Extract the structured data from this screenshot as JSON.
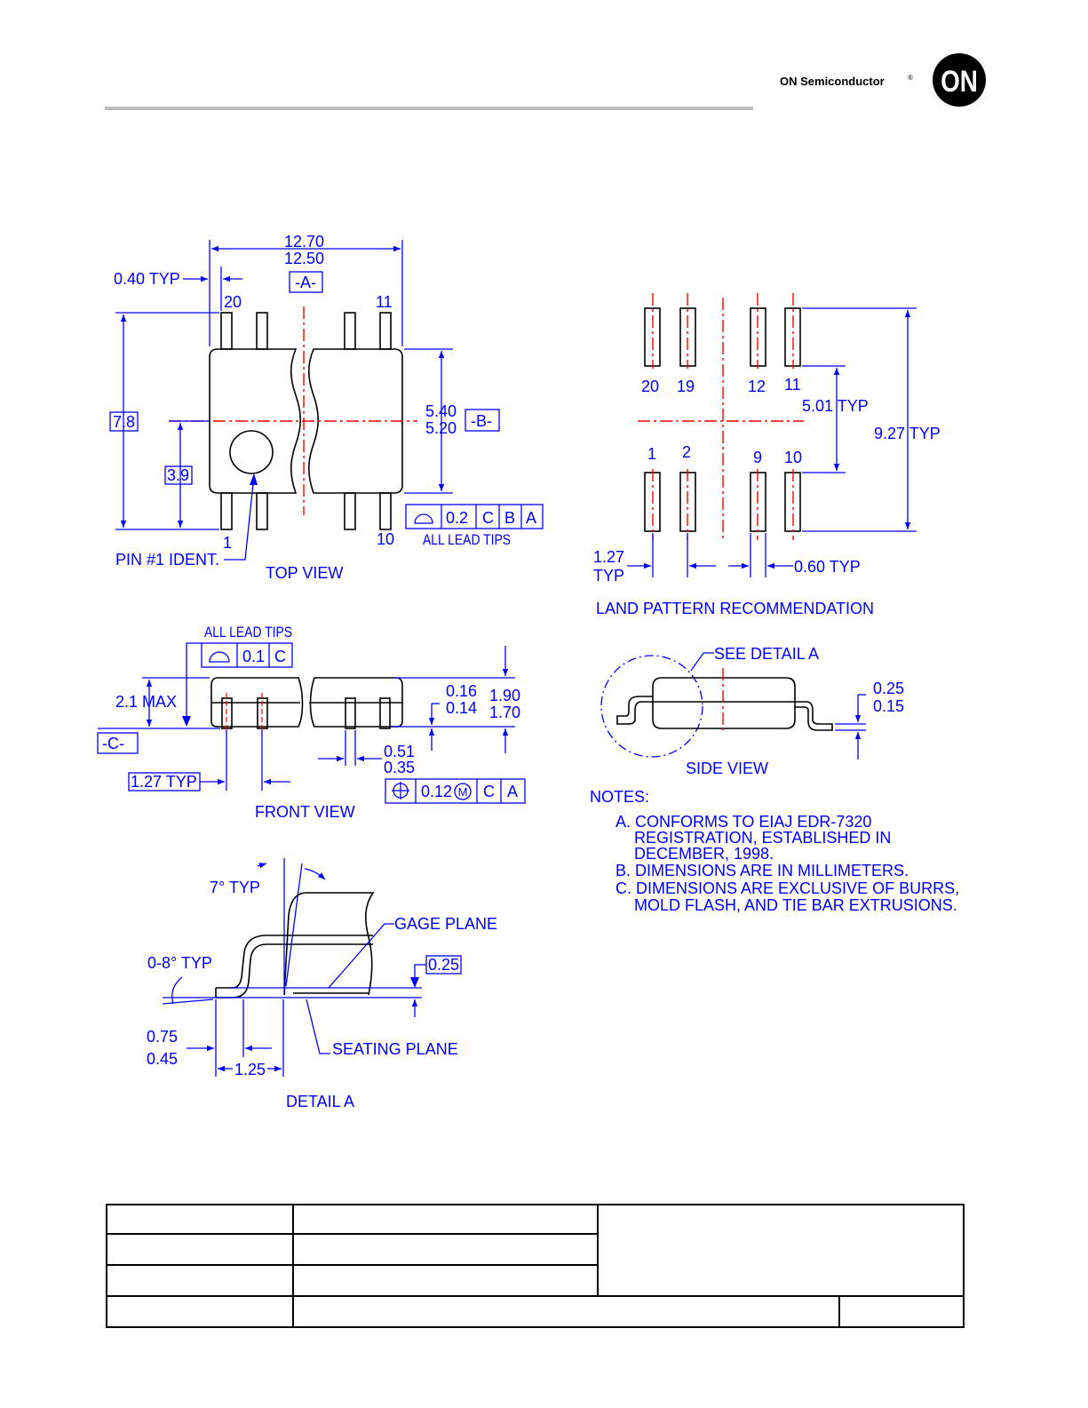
{
  "brand": {
    "company": "ON Semiconductor",
    "registered": "®",
    "logo_text": "ON"
  },
  "top_view": {
    "caption": "TOP VIEW",
    "width_max": "12.70",
    "width_min": "12.50",
    "datum_a": "-A-",
    "lead_width": "0.40 TYP",
    "pin_20": "20",
    "pin_11": "11",
    "pin_1": "1",
    "pin_10": "10",
    "overall": "7.8",
    "half": "3.9",
    "body_max": "5.40",
    "body_min": "5.20",
    "datum_b": "-B-",
    "pin1_ident": "PIN #1 IDENT.",
    "fcf": [
      "0.2",
      "C",
      "B",
      "A"
    ],
    "all_lead_tips": "ALL LEAD TIPS"
  },
  "front_view": {
    "caption": "FRONT VIEW",
    "all_lead_tips": "ALL LEAD TIPS",
    "fcf": [
      "0.1",
      "C"
    ],
    "height": "2.1 MAX",
    "datum_c": "-C-",
    "pitch": "1.27 TYP",
    "standoff_max": "0.16",
    "standoff_min": "0.14",
    "body_h_max": "1.90",
    "body_h_min": "1.70",
    "lead_w_max": "0.51",
    "lead_w_min": "0.35",
    "pos_tol": "0.12",
    "mmc": "M",
    "pos_refs": [
      "C",
      "A"
    ]
  },
  "detail_a": {
    "caption": "DETAIL A",
    "angle_top": "7° TYP",
    "angle_foot": "0-8° TYP",
    "gage_plane": "GAGE PLANE",
    "gage_value": "0.25",
    "seating_plane": "SEATING PLANE",
    "foot_max": "0.75",
    "foot_min": "0.45",
    "foot_len": "1.25"
  },
  "land_pattern": {
    "caption": "LAND PATTERN RECOMMENDATION",
    "top_pins": [
      "20",
      "19",
      "12",
      "11"
    ],
    "bottom_pins": [
      "1",
      "2",
      "9",
      "10"
    ],
    "gap": "5.01 TYP",
    "span": "9.27 TYP",
    "pitch_a": "1.27",
    "pitch_b": "TYP",
    "pad_w": "0.60 TYP"
  },
  "side_view": {
    "caption": "SIDE VIEW",
    "see_detail": "SEE DETAIL A",
    "lead_t_max": "0.25",
    "lead_t_min": "0.15"
  },
  "notes": {
    "heading": "NOTES:",
    "lines": [
      "A. CONFORMS TO EIAJ EDR-7320",
      "REGISTRATION, ESTABLISHED IN",
      "DECEMBER, 1998.",
      "B. DIMENSIONS ARE IN MILLIMETERS.",
      "C. DIMENSIONS ARE EXCLUSIVE OF BURRS,",
      "MOLD FLASH, AND TIE BAR EXTRUSIONS."
    ]
  },
  "colors": {
    "dimension": "#0000ff",
    "centerline": "#ff0000",
    "outline": "#000000"
  }
}
